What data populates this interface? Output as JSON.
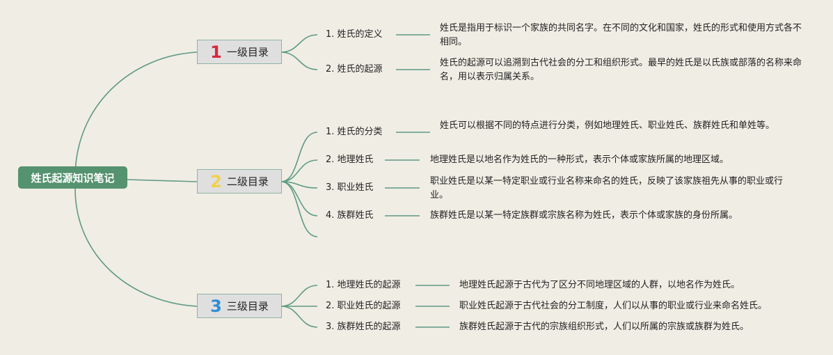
{
  "root": {
    "label": "姓氏起源知识笔记"
  },
  "levels": [
    {
      "num": "1",
      "label": "一级目录",
      "items": [
        {
          "label": "1. 姓氏的定义",
          "note": "姓氏是指用于标识一个家族的共同名字。在不同的文化和国家，姓氏的形式和使用方式各不相同。"
        },
        {
          "label": "2. 姓氏的起源",
          "note": "姓氏的起源可以追溯到古代社会的分工和组织形式。最早的姓氏是以氏族或部落的名称来命名，用以表示归属关系。"
        }
      ]
    },
    {
      "num": "2",
      "label": "二级目录",
      "items": [
        {
          "label": "1. 姓氏的分类",
          "note": "姓氏可以根据不同的特点进行分类，例如地理姓氏、职业姓氏、族群姓氏和单姓等。"
        },
        {
          "label": "2. 地理姓氏",
          "note": "地理姓氏是以地名作为姓氏的一种形式，表示个体或家族所属的地理区域。"
        },
        {
          "label": "3. 职业姓氏",
          "note": "职业姓氏是以某一特定职业或行业名称来命名的姓氏，反映了该家族祖先从事的职业或行业。"
        },
        {
          "label": "4. 族群姓氏",
          "note": "族群姓氏是以某一特定族群或宗族名称为姓氏，表示个体或家族的身份所属。"
        }
      ]
    },
    {
      "num": "3",
      "label": "三级目录",
      "items": [
        {
          "label": "1. 地理姓氏的起源",
          "note": "地理姓氏起源于古代为了区分不同地理区域的人群，以地名作为姓氏。"
        },
        {
          "label": "2. 职业姓氏的起源",
          "note": "职业姓氏起源于古代社会的分工制度，人们以从事的职业或行业来命名姓氏。"
        },
        {
          "label": "3. 族群姓氏的起源",
          "note": "族群姓氏起源于古代的宗族组织形式，人们以所属的宗族或族群为姓氏。"
        }
      ]
    }
  ],
  "colors": {
    "link": "#5e9a84",
    "root_bg": "#55926f",
    "background": "#f0ede4"
  }
}
